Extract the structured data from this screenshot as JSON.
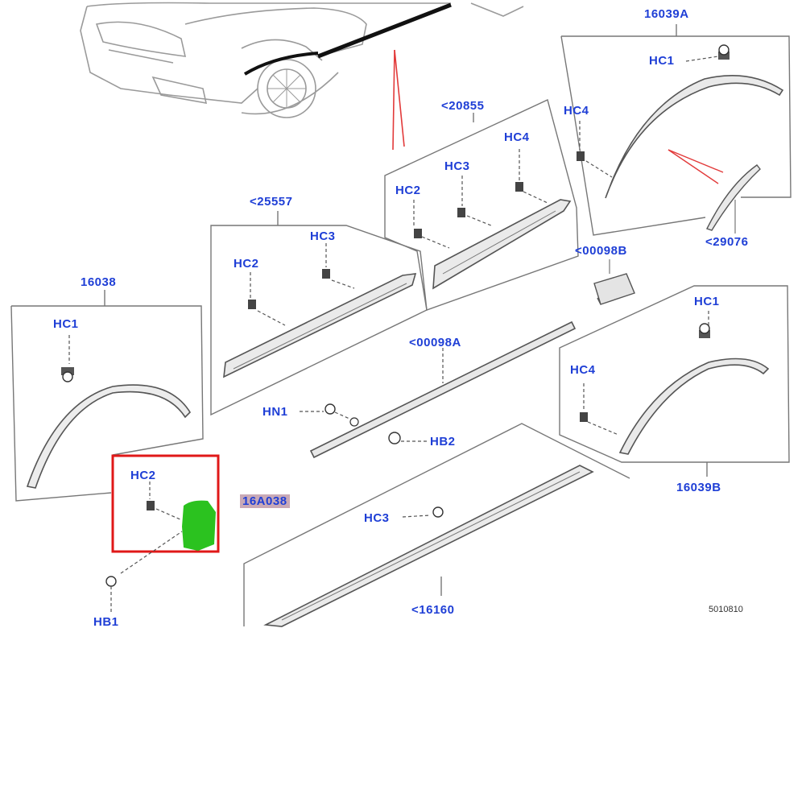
{
  "callouts": {
    "p16039A": "16039A",
    "p20855": "<20855",
    "p25557": "<25557",
    "p16038": "16038",
    "p29076": "<29076",
    "p00098B": "<00098B",
    "p00098A": "<00098A",
    "p16039B": "16039B",
    "p16A038": "16A038",
    "p16160": "<16160",
    "hc1_a": "HC1",
    "hc4_a": "HC4",
    "hc3_a": "HC3",
    "hc4_b": "HC4",
    "hc2_a": "HC2",
    "hc3_b": "HC3",
    "hc2_b": "HC2",
    "hc1_b": "HC1",
    "hn1": "HN1",
    "hb2": "HB2",
    "hc1_c": "HC1",
    "hc4_c": "HC4",
    "hc2_c": "HC2",
    "hc3_c": "HC3",
    "hb1": "HB1"
  },
  "footer": {
    "code": "5010810"
  },
  "colors": {
    "callout_text": "#1f3fd6",
    "highlight_frame": "#e01818",
    "highlight_fill": "#2bc21f",
    "leader_red": "#e23a3a",
    "part_tag_bg": "#c9a9b6"
  }
}
